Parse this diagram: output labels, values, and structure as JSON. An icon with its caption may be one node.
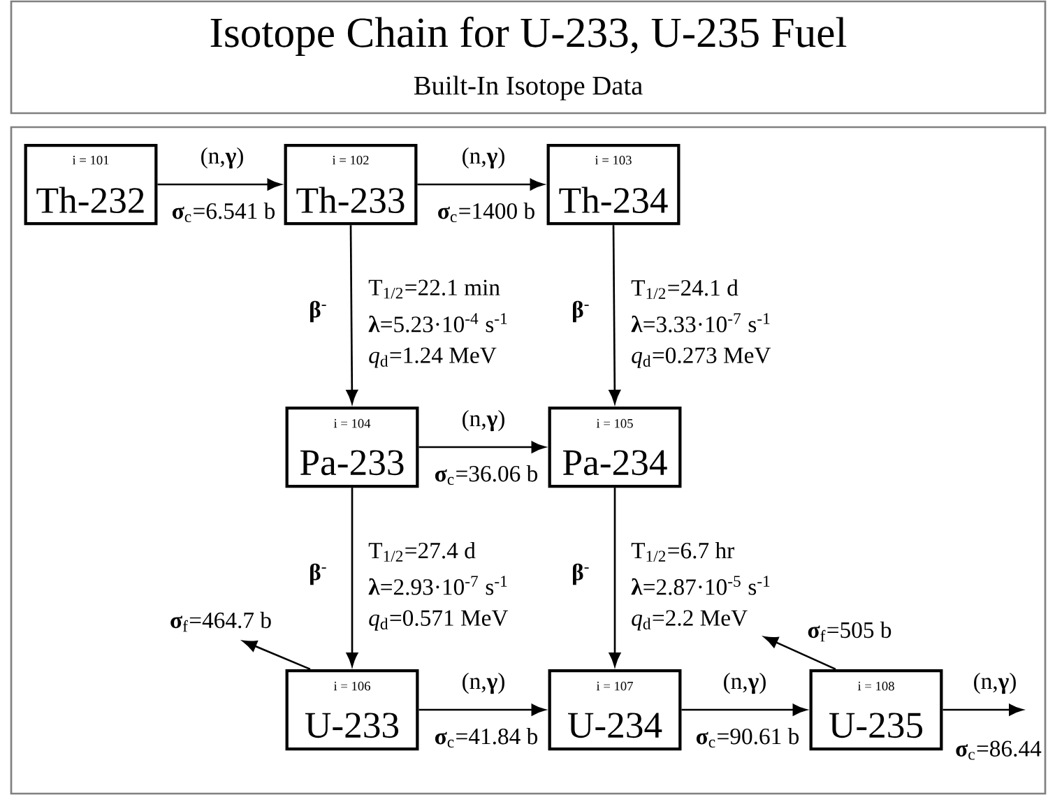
{
  "diagram": {
    "title": "Isotope Chain for U-233, U-235 Fuel",
    "nodes": [
      {
        "text": [
          "i = 101",
          "Th-232"
        ]
      },
      {
        "text": [
          "i = 102",
          "Th-233"
        ]
      },
      {
        "text": [
          "i = 103",
          "Th-234"
        ]
      },
      {
        "text": [
          "i = 104",
          "Pa-233"
        ]
      },
      {
        "text": [
          "i = 105",
          "Pa-234"
        ]
      },
      {
        "text": [
          "i = 106",
          "U-233"
        ]
      },
      {
        "text": [
          "i = 107",
          "U-234"
        ]
      },
      {
        "text": [
          "i = 108",
          "U-235"
        ]
      }
    ],
    "edges": [
      {
        "from": 0,
        "to": 1,
        "arrow": "to",
        "label": "(n,**γ**)"
      },
      {
        "from": 1,
        "to": 2,
        "arrow": "to",
        "label": "(n,**γ**)"
      },
      {
        "from": 1,
        "to": 3,
        "arrow": "to",
        "label": "**β**$^{-}$"
      },
      {
        "from": 2,
        "to": 4,
        "arrow": "to",
        "label": "**β**$^{-}$"
      },
      {
        "from": 3,
        "to": 4,
        "arrow": "to",
        "label": "(n,**γ**)"
      },
      {
        "from": 3,
        "to": 5,
        "arrow": "to",
        "label": "**β**$^{-}$"
      },
      {
        "from": 4,
        "to": 6,
        "arrow": "to",
        "label": "**β**$^{-}$"
      },
      {
        "from": 5,
        "to": null,
        "arrow": "to",
        "label": "**σ**$_{f}$=464.7 b"
      },
      {
        "from": 5,
        "to": 6,
        "arrow": "to",
        "label": "(n,**γ**)"
      },
      {
        "from": 6,
        "to": 7,
        "arrow": "to",
        "label": "(n,**γ**)"
      },
      {
        "from": 7,
        "to": null,
        "arrow": "to",
        "label": "**σ**$_{f}$=505 b"
      },
      {
        "from": 7,
        "to": null,
        "arrow": "to",
        "label": "(n,**γ**)"
      }
    ],
    "labels": [
      "Built-In Isotope Data",
      "**σ**$_{c}$=6.541 b",
      "**σ**$_{c}$=1400 b",
      "T$_{1/2}$=22.1 min",
      "**λ**=5.23·10$^{-4}$ s$^{-1}$",
      "*q*$_{d}$=1.24 MeV",
      "T$_{1/2}$=24.1 d",
      "**λ**=3.33·10$^{-7}$ s$^{-1}$",
      "*q*$_{d}$=0.273 MeV",
      "**σ**$_{c}$=36.06 b",
      "T$_{1/2}$=27.4 d",
      "**λ**=2.93·10$^{-7}$ s$^{-1}$",
      "*q*$_{d}$=0.571 MeV",
      "T$_{1/2}$=6.7 hr",
      "**λ**=2.87·10$^{-5}$ s$^{-1}$",
      "*q*$_{d}$=2.2 MeV",
      "**σ**$_{c}$=41.84 b",
      "**σ**$_{c}$=90.61 b",
      "**σ**$_{c}$=86.44"
    ]
  }
}
